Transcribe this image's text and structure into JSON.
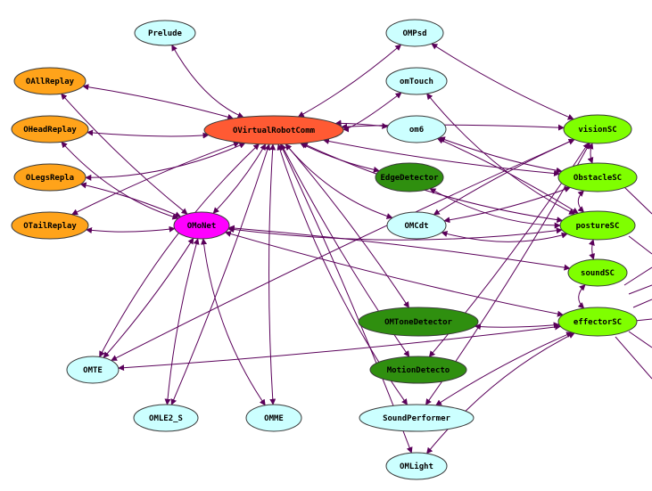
{
  "colors": {
    "orange": "#ffa31a",
    "red_orange": "#ff5a33",
    "magenta": "#ff00ff",
    "light_cyan": "#ccffff",
    "dark_green": "#2f8f0f",
    "lime": "#7fff00",
    "edge": "#5a005a"
  },
  "nodes": [
    {
      "id": "Prelude",
      "label": "Prelude",
      "color": "light_cyan"
    },
    {
      "id": "OAllReplay",
      "label": "OAllReplay",
      "color": "orange"
    },
    {
      "id": "OHeadReplay",
      "label": "OHeadReplay",
      "color": "orange"
    },
    {
      "id": "OLegsRepla",
      "label": "OLegsRepla",
      "color": "orange"
    },
    {
      "id": "OTailReplay",
      "label": "OTailReplay",
      "color": "orange"
    },
    {
      "id": "OVirtualRobotComm",
      "label": "OVirtualRobotComm",
      "color": "red_orange"
    },
    {
      "id": "OMoNet",
      "label": "OMoNet",
      "color": "magenta"
    },
    {
      "id": "OMPsd",
      "label": "OMPsd",
      "color": "light_cyan"
    },
    {
      "id": "omTouch",
      "label": "omTouch",
      "color": "light_cyan"
    },
    {
      "id": "om6",
      "label": "om6",
      "color": "light_cyan"
    },
    {
      "id": "EdgeDetector",
      "label": "EdgeDetector",
      "color": "dark_green"
    },
    {
      "id": "OMCdt",
      "label": "OMCdt",
      "color": "light_cyan"
    },
    {
      "id": "visionSC",
      "label": "visionSC",
      "color": "lime"
    },
    {
      "id": "ObstacleSC",
      "label": "ObstacleSC",
      "color": "lime"
    },
    {
      "id": "postureSC",
      "label": "postureSC",
      "color": "lime"
    },
    {
      "id": "soundSC",
      "label": "soundSC",
      "color": "lime"
    },
    {
      "id": "effectorSC",
      "label": "effectorSC",
      "color": "lime"
    },
    {
      "id": "OMToneDetector",
      "label": "OMToneDetector",
      "color": "dark_green"
    },
    {
      "id": "MotionDetecto",
      "label": "MotionDetecto",
      "color": "dark_green"
    },
    {
      "id": "OMTE",
      "label": "OMTE",
      "color": "light_cyan"
    },
    {
      "id": "OMLE2_S",
      "label": "OMLE2_S",
      "color": "light_cyan"
    },
    {
      "id": "OMME",
      "label": "OMME",
      "color": "light_cyan"
    },
    {
      "id": "SoundPerformer",
      "label": "SoundPerformer",
      "color": "light_cyan"
    },
    {
      "id": "OMLight",
      "label": "OMLight",
      "color": "light_cyan"
    }
  ],
  "edges": [
    [
      "OAllReplay",
      "OVirtualRobotComm"
    ],
    [
      "OHeadReplay",
      "OVirtualRobotComm"
    ],
    [
      "OLegsRepla",
      "OVirtualRobotComm"
    ],
    [
      "OTailReplay",
      "OVirtualRobotComm"
    ],
    [
      "OAllReplay",
      "OMoNet"
    ],
    [
      "OHeadReplay",
      "OMoNet"
    ],
    [
      "OLegsRepla",
      "OMoNet"
    ],
    [
      "OTailReplay",
      "OMoNet"
    ],
    [
      "Prelude",
      "OVirtualRobotComm"
    ],
    [
      "OVirtualRobotComm",
      "OMoNet"
    ],
    [
      "OVirtualRobotComm",
      "OMPsd"
    ],
    [
      "OVirtualRobotComm",
      "omTouch"
    ],
    [
      "OVirtualRobotComm",
      "om6"
    ],
    [
      "OVirtualRobotComm",
      "EdgeDetector"
    ],
    [
      "OVirtualRobotComm",
      "OMCdt"
    ],
    [
      "OVirtualRobotComm",
      "visionSC"
    ],
    [
      "OVirtualRobotComm",
      "ObstacleSC"
    ],
    [
      "OVirtualRobotComm",
      "postureSC"
    ],
    [
      "OVirtualRobotComm",
      "OMToneDetector"
    ],
    [
      "OVirtualRobotComm",
      "MotionDetecto"
    ],
    [
      "OVirtualRobotComm",
      "OMTE"
    ],
    [
      "OVirtualRobotComm",
      "OMLE2_S"
    ],
    [
      "OVirtualRobotComm",
      "OMME"
    ],
    [
      "OVirtualRobotComm",
      "SoundPerformer"
    ],
    [
      "OVirtualRobotComm",
      "OMLight"
    ],
    [
      "OMPsd",
      "visionSC"
    ],
    [
      "omTouch",
      "postureSC"
    ],
    [
      "om6",
      "postureSC"
    ],
    [
      "om6",
      "ObstacleSC"
    ],
    [
      "EdgeDetector",
      "postureSC"
    ],
    [
      "OMCdt",
      "visionSC"
    ],
    [
      "OMCdt",
      "ObstacleSC"
    ],
    [
      "OMCdt",
      "postureSC"
    ],
    [
      "OMoNet",
      "OMTE"
    ],
    [
      "OMoNet",
      "OMLE2_S"
    ],
    [
      "OMoNet",
      "OMME"
    ],
    [
      "OMoNet",
      "soundSC"
    ],
    [
      "OMoNet",
      "effectorSC"
    ],
    [
      "OMoNet",
      "postureSC"
    ],
    [
      "effectorSC",
      "OMToneDetector"
    ],
    [
      "effectorSC",
      "SoundPerformer"
    ],
    [
      "effectorSC",
      "OMLight"
    ],
    [
      "effectorSC",
      "OMTE"
    ],
    [
      "MotionDetecto",
      "visionSC"
    ],
    [
      "soundSC",
      "effectorSC"
    ],
    [
      "soundSC",
      "postureSC"
    ],
    [
      "visionSC",
      "ObstacleSC"
    ],
    [
      "ObstacleSC",
      "postureSC"
    ],
    [
      "OMTE",
      "visionSC"
    ],
    [
      "SoundPerformer",
      "visionSC"
    ]
  ]
}
